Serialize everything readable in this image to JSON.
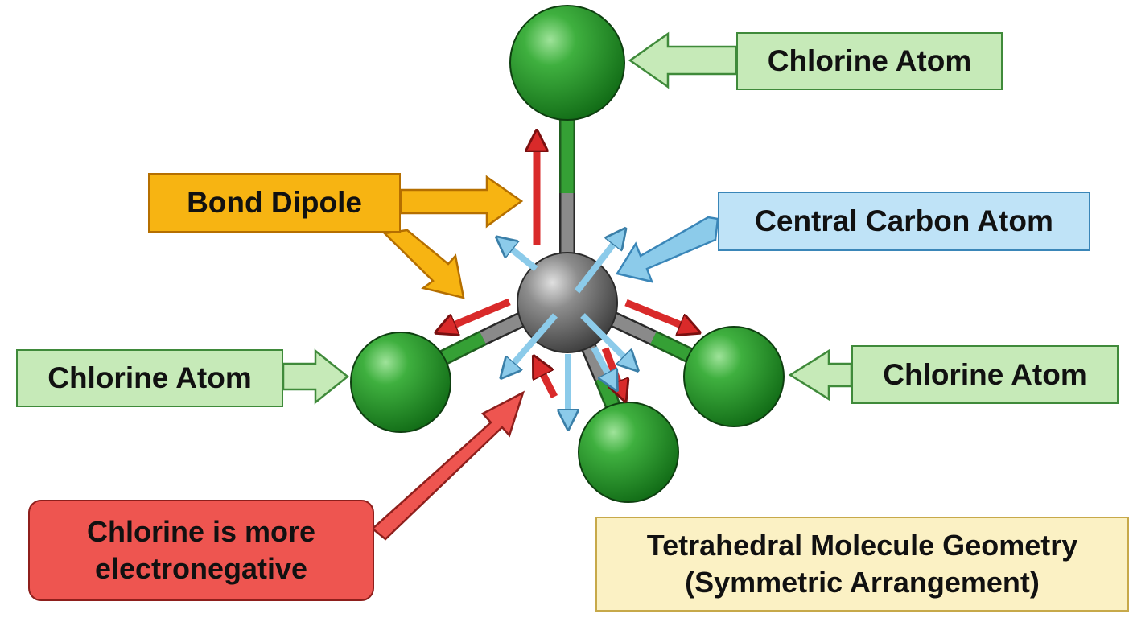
{
  "labels": {
    "chlorine_top": "Chlorine Atom",
    "chlorine_left": "Chlorine Atom",
    "chlorine_right": "Chlorine Atom",
    "bond_dipole": "Bond Dipole",
    "central_carbon": "Central Carbon Atom",
    "electronegative_line1": "Chlorine is more",
    "electronegative_line2": "electronegative",
    "geometry_line1": "Tetrahedral Molecule Geometry",
    "geometry_line2": "(Symmetric Arrangement)"
  },
  "colors": {
    "chlorine": "#2e9a2e",
    "carbon": "#8a8a8a",
    "dipole_arrow": "#d92a2a",
    "symmetry_arrow": "#8ccbea",
    "label_green": "#c6eab8",
    "label_blue": "#bfe3f7",
    "label_orange": "#f7b412",
    "label_red": "#ee5550",
    "label_yellow": "#fbf1c4"
  }
}
